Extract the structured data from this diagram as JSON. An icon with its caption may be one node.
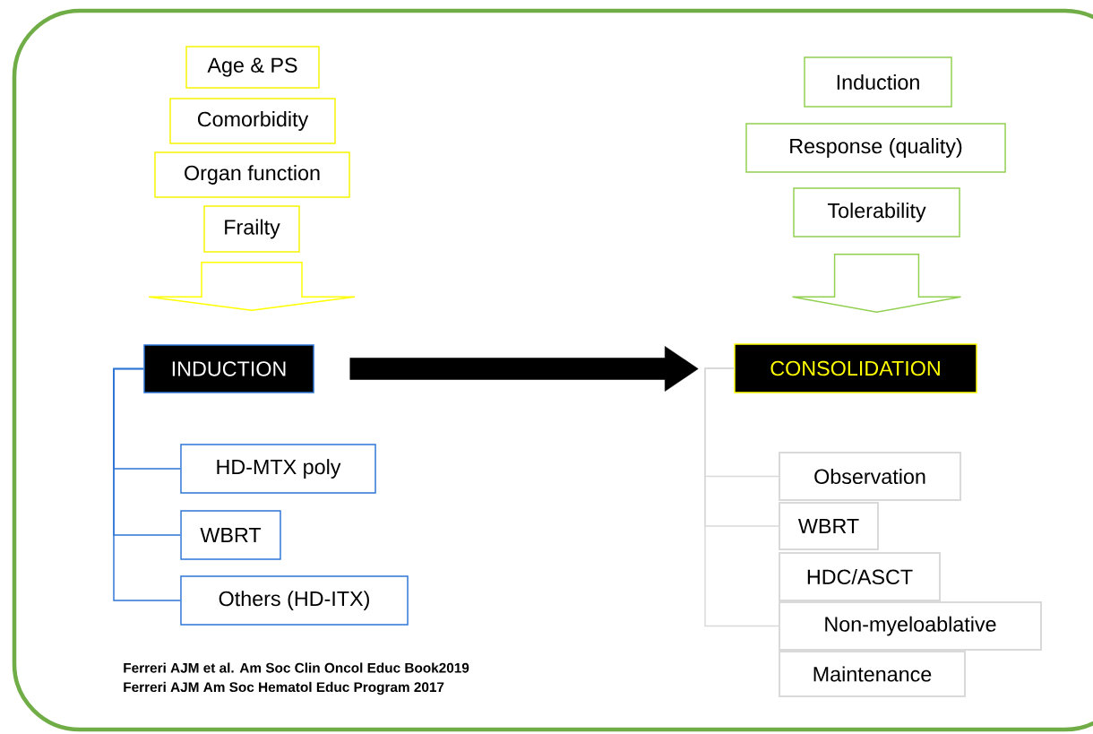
{
  "diagram": {
    "nodes": [
      {
        "text": [
          "Age & PS"
        ]
      },
      {
        "text": [
          "Comorbidity"
        ]
      },
      {
        "text": [
          "Organ function"
        ]
      },
      {
        "text": [
          "Frailty"
        ]
      },
      {
        "text": [
          "INDUCTION"
        ]
      },
      {
        "text": [
          "HD-MTX poly"
        ]
      },
      {
        "text": [
          "WBRT"
        ]
      },
      {
        "text": [
          "Others (HD-ITX)"
        ]
      },
      {
        "text": [
          "Induction"
        ]
      },
      {
        "text": [
          "Response (quality)"
        ]
      },
      {
        "text": [
          "Tolerability"
        ]
      },
      {
        "text": [
          "CONSOLIDATION"
        ]
      },
      {
        "text": [
          "Observation"
        ]
      },
      {
        "text": [
          "WBRT"
        ]
      },
      {
        "text": [
          "HDC/ASCT"
        ]
      },
      {
        "text": [
          "Non-myeloablative"
        ]
      },
      {
        "text": [
          "Maintenance"
        ]
      }
    ],
    "edges": [
      {
        "from": 3,
        "to": 4,
        "arrow": "to",
        "color": "#ffff00"
      },
      {
        "from": 4,
        "to": 5,
        "arrow": "none",
        "color": "#2e75d6"
      },
      {
        "from": 4,
        "to": 6,
        "arrow": "none",
        "color": "#2e75d6"
      },
      {
        "from": 4,
        "to": 7,
        "arrow": "none",
        "color": "#2e75d6"
      },
      {
        "from": 10,
        "to": 11,
        "arrow": "to",
        "color": "#92d050"
      },
      {
        "from": 4,
        "to": 11,
        "arrow": "to",
        "style": "thick",
        "color": "#000000"
      },
      {
        "from": 11,
        "to": 12,
        "arrow": "none",
        "color": "#d9d9d9"
      },
      {
        "from": 11,
        "to": 13,
        "arrow": "none",
        "color": "#d9d9d9"
      },
      {
        "from": 11,
        "to": 15,
        "arrow": "none",
        "color": "#d9d9d9"
      }
    ],
    "labels": [
      "Ferreri AJM et al. Am Soc Clin Oncol Educ Book2019",
      "Ferreri AJM Am Soc Hematol Educ Program 2017"
    ]
  }
}
